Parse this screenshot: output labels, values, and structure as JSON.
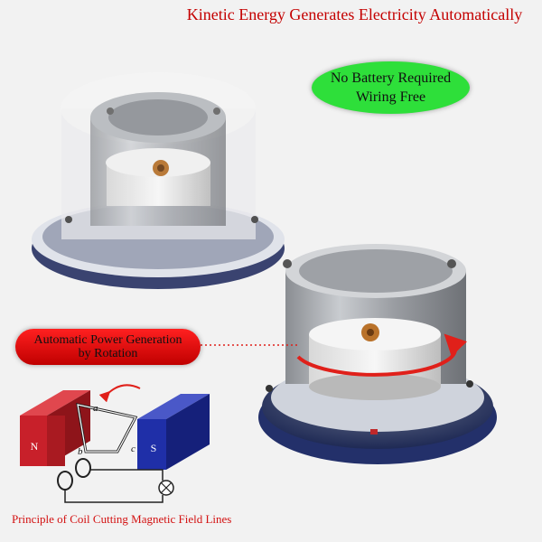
{
  "headline": "Kinetic Energy Generates Electricity Automatically",
  "badge_green": {
    "line1": "No Battery Required",
    "line2": "Wiring Free"
  },
  "badge_red": {
    "line1": "Automatic Power Generation",
    "line2": "by Rotation"
  },
  "diagram": {
    "north_label": "N",
    "south_label": "S",
    "coil_labels": [
      "a",
      "b",
      "c"
    ]
  },
  "caption": "Principle of Coil Cutting Magnetic Field Lines",
  "colors": {
    "headline": "#c40000",
    "green_badge": "#2edf3a",
    "red_badge": "#e00000",
    "magnet_north": "#c8202a",
    "magnet_south": "#1f2fa8"
  }
}
